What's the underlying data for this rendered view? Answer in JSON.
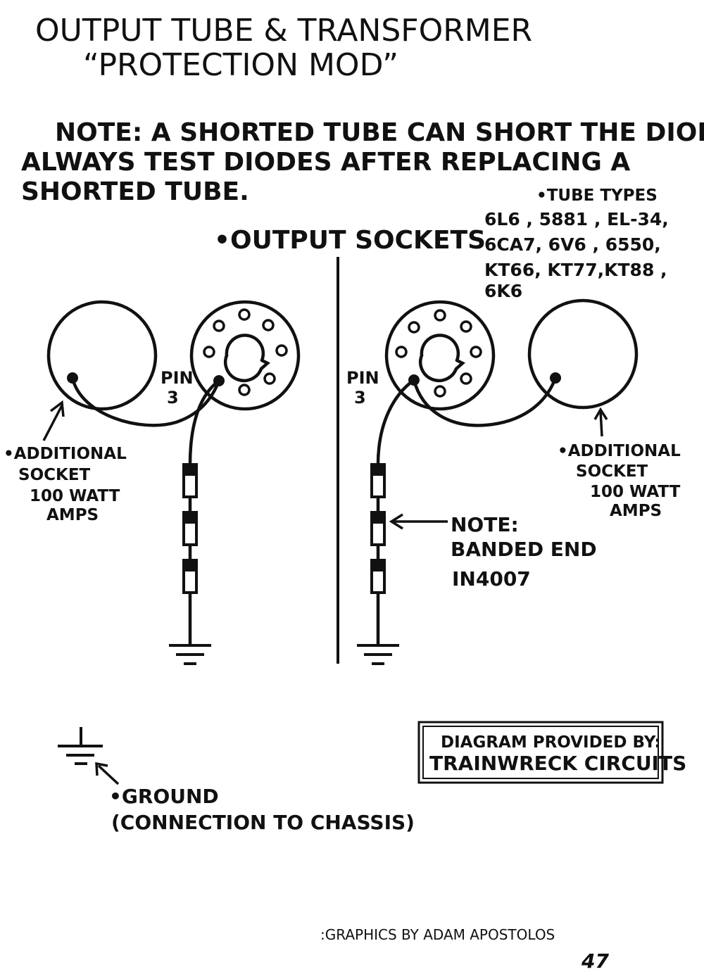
{
  "title": {
    "line1": "OUTPUT TUBE & TRANSFORMER",
    "line2": "“PROTECTION MOD”"
  },
  "note": {
    "line1": "NOTE: A SHORTED TUBE CAN SHORT THE DIODES.",
    "line2": "ALWAYS TEST DIODES AFTER REPLACING A",
    "line3": "SHORTED TUBE."
  },
  "output_sockets_label": "•OUTPUT SOCKETS",
  "tube_types": {
    "heading": "•TUBE TYPES",
    "line1": "6L6 , 5881 , EL-34,",
    "line2": "6CA7, 6V6 , 6550,",
    "line3": "KT66, KT77,KT88 ,",
    "line4": "6K6"
  },
  "pin_label": {
    "word": "PIN",
    "number": "3"
  },
  "additional_socket_left": {
    "line1": "•ADDITIONAL",
    "line2": "SOCKET",
    "line3": "100 WATT",
    "line4": "AMPS"
  },
  "additional_socket_right": {
    "line1": "•ADDITIONAL",
    "line2": "SOCKET",
    "line3": "100 WATT",
    "line4": "AMPS"
  },
  "diode_note": {
    "line1": "NOTE:",
    "line2": "BANDED END",
    "line3": "IN4007"
  },
  "ground_legend": {
    "line1": "•GROUND",
    "line2": "(CONNECTION TO CHASSIS)"
  },
  "credit_box": {
    "line1": "DIAGRAM PROVIDED BY:",
    "line2": "TRAINWRECK CIRCUITS"
  },
  "graphics_credit": ":GRAPHICS BY ADAM APOSTOLOS",
  "page_number": "47"
}
